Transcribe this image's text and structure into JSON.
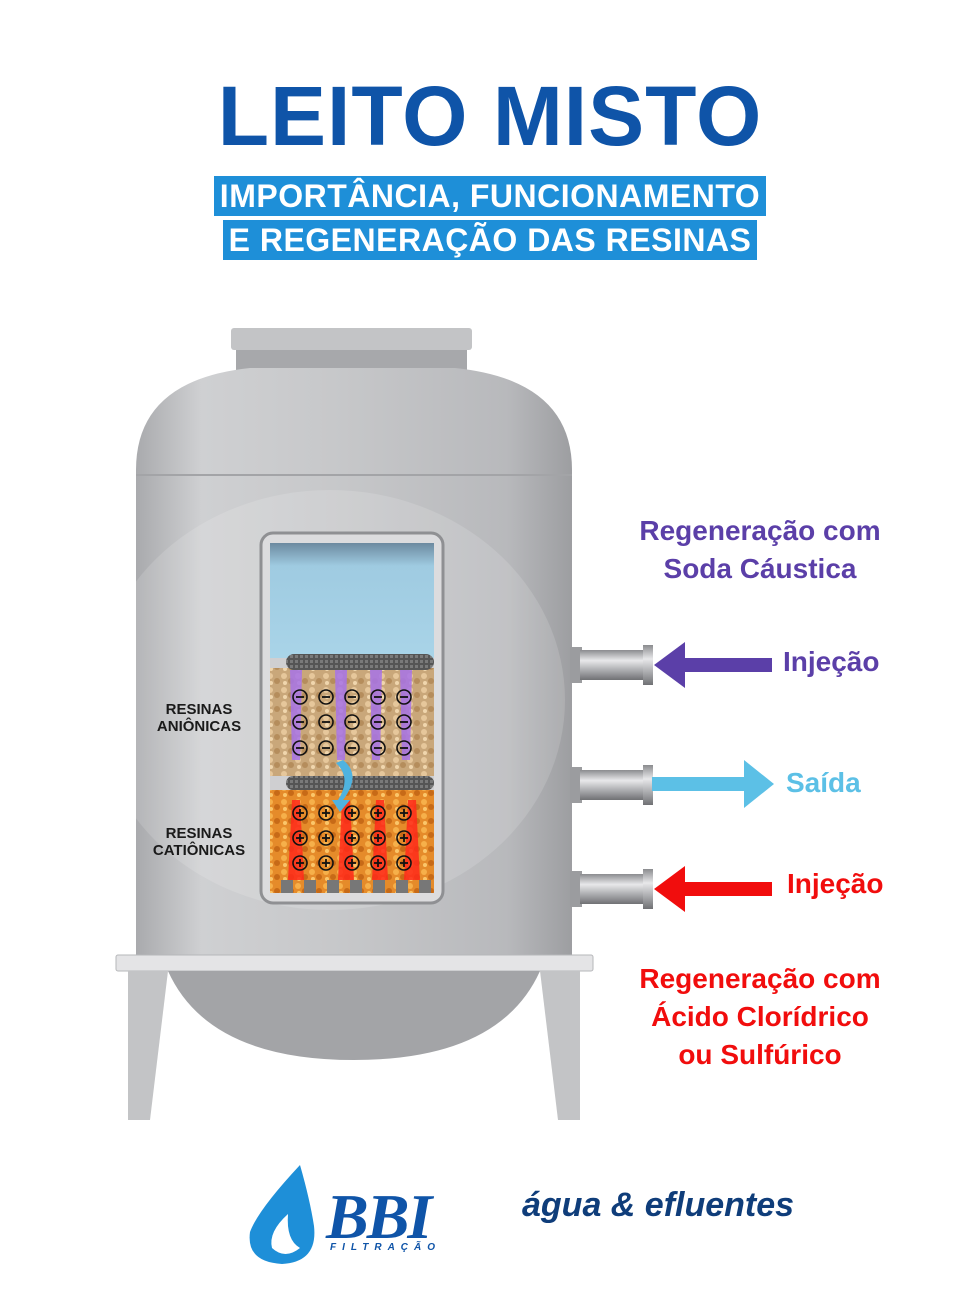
{
  "header": {
    "title": "LEITO MISTO",
    "subtitle_line1": "IMPORTÂNCIA, FUNCIONAMENTO",
    "subtitle_line2": "E REGENERAÇÃO DAS RESINAS"
  },
  "diagram": {
    "resins_anion_line1": "RESINAS",
    "resins_anion_line2": "ANIÔNICAS",
    "resins_cation_line1": "RESINAS",
    "resins_cation_line2": "CATIÔNICAS",
    "regen_soda_line1": "Regeneração com",
    "regen_soda_line2": "Soda Cáustica",
    "injecao_top": "Injeção",
    "saida": "Saída",
    "injecao_bottom": "Injeção",
    "regen_acid_line1": "Regeneração com",
    "regen_acid_line2": "Ácido Clorídrico",
    "regen_acid_line3": "ou Sulfúrico",
    "colors": {
      "title": "#0f54a8",
      "subtitle_bg": "#1e8fd8",
      "soda": "#5b3fa8",
      "saida": "#5cc0e6",
      "acid": "#f10d0d"
    }
  },
  "footer": {
    "brand": "BBI",
    "brand_sub": "FILTRAÇÃO",
    "tagline": "água & efluentes",
    "icon": "water-drop-icon"
  }
}
